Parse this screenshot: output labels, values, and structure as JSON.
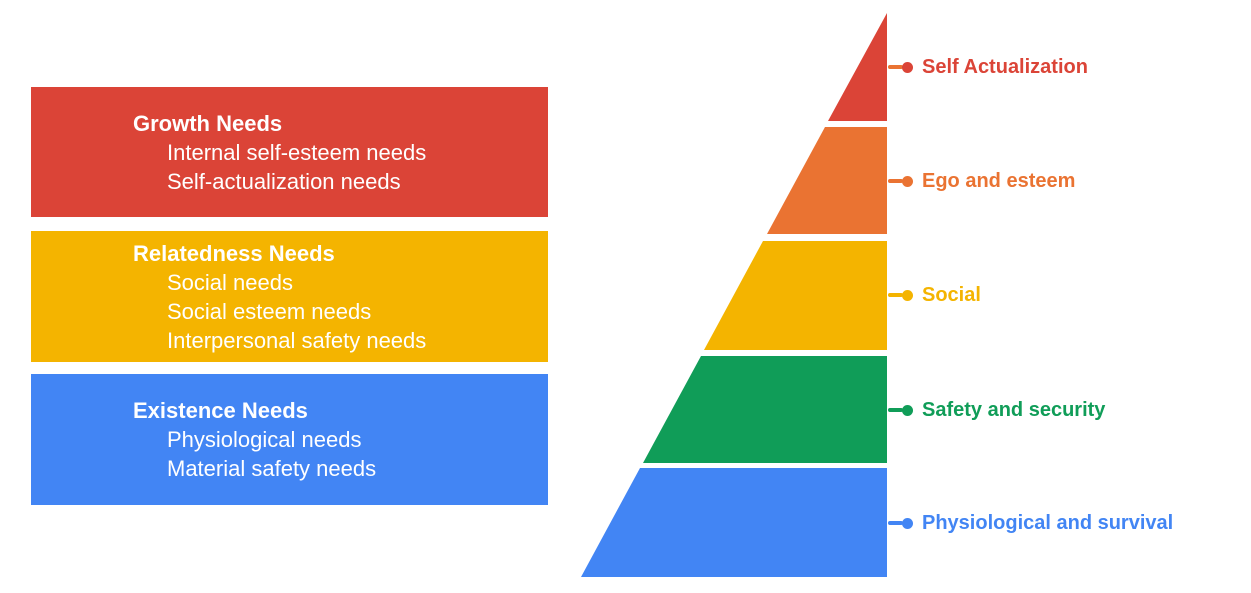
{
  "palette": {
    "red": "#DB4437",
    "orange": "#EA7332",
    "yellow": "#F4B400",
    "green": "#109D58",
    "blue": "#4285F4",
    "text_on_block": "#FFFFFF",
    "background": "#FFFFFF"
  },
  "left_panel": {
    "groups": [
      {
        "title": "Growth Needs",
        "color": "#DB4437",
        "items": [
          "Internal self-esteem needs",
          "Self-actualization needs"
        ]
      },
      {
        "title": "Relatedness Needs",
        "color": "#F4B400",
        "items": [
          "Social needs",
          "Social esteem needs",
          "Interpersonal safety needs"
        ]
      },
      {
        "title": "Existence Needs",
        "color": "#4285F4",
        "items": [
          "Physiological needs",
          "Material safety needs"
        ]
      }
    ]
  },
  "pyramid": {
    "levels": [
      {
        "label": "Self Actualization",
        "color": "#DB4437",
        "connector_color": "#EA7332"
      },
      {
        "label": "Ego and esteem",
        "color": "#EA7332",
        "connector_color": "#EA7332"
      },
      {
        "label": "Social",
        "color": "#F4B400",
        "connector_color": "#F4B400"
      },
      {
        "label": "Safety and security",
        "color": "#109D58",
        "connector_color": "#109D58"
      },
      {
        "label": "Physiological and survival",
        "color": "#4285F4",
        "connector_color": "#4285F4"
      }
    ]
  }
}
